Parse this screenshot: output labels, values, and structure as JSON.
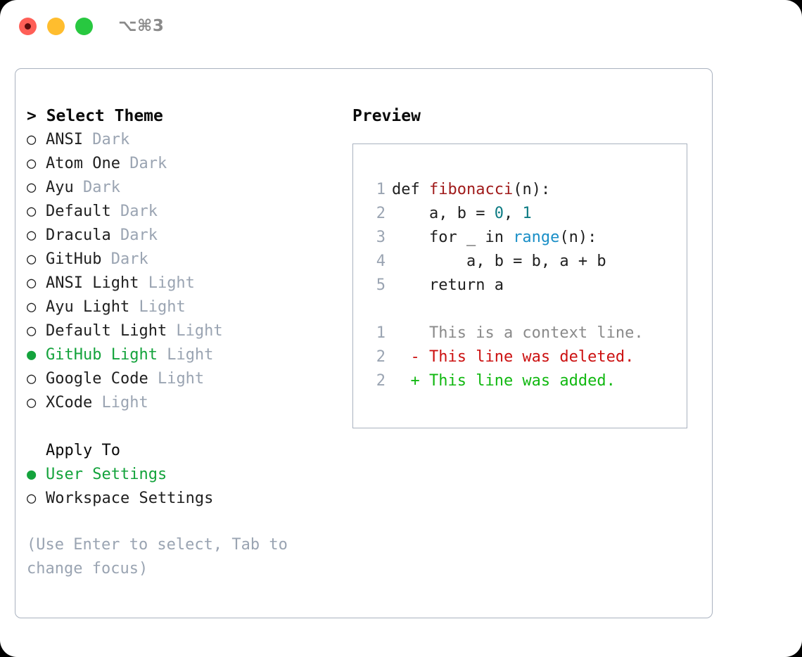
{
  "titlebar": {
    "shortcut": "⌥⌘3",
    "lights": [
      "close",
      "minimize",
      "zoom"
    ]
  },
  "theme_list": {
    "heading": "> Select Theme",
    "bullet_unselected": "○",
    "bullet_selected": "●",
    "items": [
      {
        "name": "ANSI",
        "variant": "Dark",
        "selected": false
      },
      {
        "name": "Atom One",
        "variant": "Dark",
        "selected": false
      },
      {
        "name": "Ayu",
        "variant": "Dark",
        "selected": false
      },
      {
        "name": "Default",
        "variant": "Dark",
        "selected": false
      },
      {
        "name": "Dracula",
        "variant": "Dark",
        "selected": false
      },
      {
        "name": "GitHub",
        "variant": "Dark",
        "selected": false
      },
      {
        "name": "ANSI Light",
        "variant": "Light",
        "selected": false
      },
      {
        "name": "Ayu Light",
        "variant": "Light",
        "selected": false
      },
      {
        "name": "Default Light",
        "variant": "Light",
        "selected": false
      },
      {
        "name": "GitHub Light",
        "variant": "Light",
        "selected": true
      },
      {
        "name": "Google Code",
        "variant": "Light",
        "selected": false
      },
      {
        "name": "XCode",
        "variant": "Light",
        "selected": false
      }
    ]
  },
  "apply_to": {
    "heading": "Apply To",
    "items": [
      {
        "name": "User Settings",
        "selected": true
      },
      {
        "name": "Workspace Settings",
        "selected": false
      }
    ]
  },
  "hint": "(Use Enter to select, Tab to change focus)",
  "preview": {
    "title": "Preview",
    "code_lines": [
      {
        "no": "1",
        "segments": [
          {
            "text": "def ",
            "tok": "plain"
          },
          {
            "text": "fibonacci",
            "tok": "fn"
          },
          {
            "text": "(n):",
            "tok": "plain"
          }
        ]
      },
      {
        "no": "2",
        "segments": [
          {
            "text": "    a, b = ",
            "tok": "plain"
          },
          {
            "text": "0",
            "tok": "num"
          },
          {
            "text": ", ",
            "tok": "plain"
          },
          {
            "text": "1",
            "tok": "num"
          }
        ]
      },
      {
        "no": "3",
        "segments": [
          {
            "text": "    for _ in ",
            "tok": "plain"
          },
          {
            "text": "range",
            "tok": "call"
          },
          {
            "text": "(n):",
            "tok": "plain"
          }
        ]
      },
      {
        "no": "4",
        "segments": [
          {
            "text": "        a, b = b, a + b",
            "tok": "plain"
          }
        ]
      },
      {
        "no": "5",
        "segments": [
          {
            "text": "    return a",
            "tok": "plain"
          }
        ]
      }
    ],
    "diff_lines": [
      {
        "no": "1",
        "marker": " ",
        "text": "This is a context line.",
        "kind": "context"
      },
      {
        "no": "2",
        "marker": "-",
        "text": "This line was deleted.",
        "kind": "deleted"
      },
      {
        "no": "2",
        "marker": "+",
        "text": "This line was added.",
        "kind": "added"
      }
    ]
  },
  "colors": {
    "selected_green": "#14a33c",
    "muted_gray": "#9aa4b2",
    "border": "#a9b2bf",
    "function_red": "#a01b1b",
    "number_teal": "#0d7b83",
    "call_blue": "#1a8fc7",
    "diff_deleted": "#cc1111",
    "diff_added": "#11b811",
    "light_red": "#ff5f57",
    "light_yellow": "#ffbd2e",
    "light_green": "#28c840"
  }
}
